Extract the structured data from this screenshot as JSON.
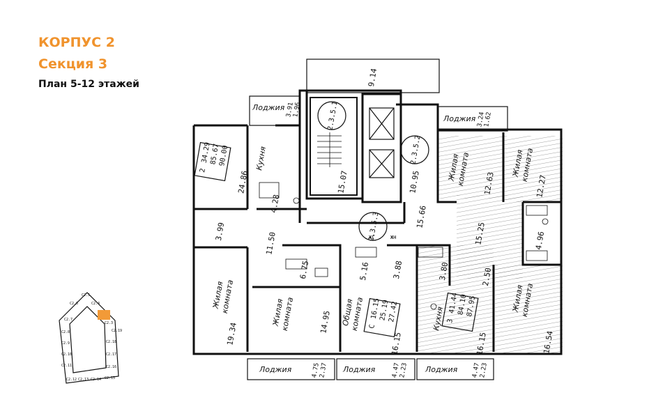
{
  "header": {
    "building": "КОРПУС 2",
    "section": "Секция 3",
    "plan": "План 5-12 этажей"
  },
  "colors": {
    "accent": "#f0932d",
    "walls": "#111111",
    "highlight": "#f29a38"
  },
  "labels": {
    "kitchen": "Кухня",
    "living_room": "Жилая комната",
    "living_room_l1": "Жилая",
    "living_room_l2": "комната",
    "common_room_l1": "Общая",
    "common_room_l2": "комната",
    "loggia": "Лоджия",
    "gas": "ЖГ",
    "power": "ЖН"
  },
  "public_areas": {
    "stairs": "2.3.5.1",
    "elevator_hall": "2.3.5.2",
    "corridor": "2.3.5.3",
    "area_top": "9.14",
    "area_stairs": "15.07",
    "area_hall": "10.95",
    "area_corridor": "15.66"
  },
  "apartments": [
    {
      "rooms": "2",
      "living": "34.29",
      "total": "85.67",
      "with_loggia": "90.00"
    },
    {
      "rooms": "С",
      "living": "16.15",
      "total": "25.19",
      "with_loggia": "27.42"
    },
    {
      "rooms": "3",
      "living": "41.44",
      "total": "84.10",
      "with_loggia": "87.95"
    }
  ],
  "room_areas": {
    "kitchen_left": "24.86",
    "bath_left": "4.28",
    "hall_left": "3.99",
    "corridor_left": "11.50",
    "living_left": "19.34",
    "bath_mid": "6.75",
    "living_mid": "14.95",
    "bath_studio": "5.16",
    "hall_studio": "3.88",
    "studio_room": "16.15",
    "bath_right_top": "3.80",
    "hall_right": "2.50",
    "kitchen_right": "16.15",
    "living_right_a": "12.63",
    "living_right_b": "12.27",
    "corridor_right": "15.25",
    "bath_right": "4.96",
    "living_right_c": "16.54"
  },
  "loggias": [
    {
      "area": "3.91",
      "reduced": "1.96"
    },
    {
      "area": "3.24",
      "reduced": "1.62"
    },
    {
      "area": "4.75",
      "reduced": "2.37"
    },
    {
      "area": "4.47",
      "reduced": "2.23"
    },
    {
      "area": "4.47",
      "reduced": "2.23"
    }
  ],
  "key_plan": {
    "sections": [
      "С2.5",
      "С2.4",
      "С2.3",
      "С2.6",
      "С2.7",
      "С2.8",
      "С2.9",
      "С2.10",
      "С2.11",
      "С2.12",
      "С2.13",
      "С2.14",
      "С2.15",
      "С2.16",
      "С2.17",
      "С2.18",
      "С2.19"
    ]
  }
}
